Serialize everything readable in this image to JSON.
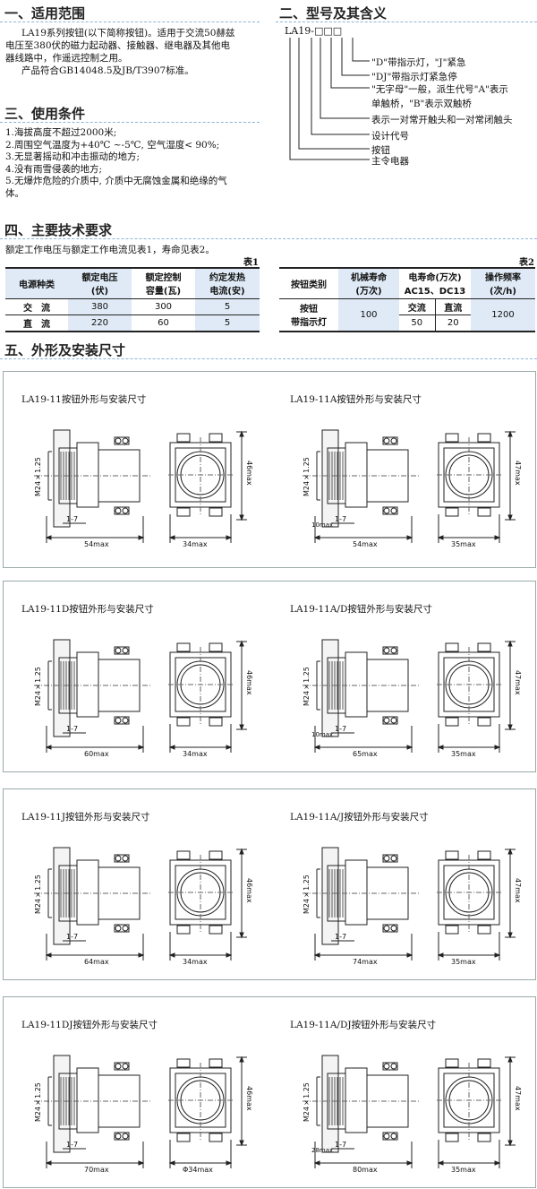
{
  "section1": {
    "title": "一、适用范围",
    "lines": [
      "LA19系列按钮(以下简称按钮)。适用于交流50赫兹",
      "电压至380伏的磁力起动器、接触器、继电器及其他电",
      "器线路中，作遥远控制之用。",
      "产品符合GB14048.5及JB/T3907标准。"
    ]
  },
  "section2": {
    "title": "二、型号及其含义",
    "model": "LA19-□□□",
    "meanings": [
      "\"D\"带指示灯，\"J\"紧急",
      "\"DJ\"带指示灯紧急停",
      "\"无字母\"一般，派生代号\"A\"表示",
      "单触桥，\"B\"表示双触桥",
      "表示一对常开触头和一对常闭触头",
      "设计代号",
      "按钮",
      "主令电器"
    ]
  },
  "section3": {
    "title": "三、使用条件",
    "items": [
      "1.海拔高度不超过2000米;",
      "2.周围空气温度为+40℃ ~-5℃, 空气湿度< 90%;",
      "3.无显著摇动和冲击振动的地方;",
      "4.没有雨雪侵袭的地方;",
      "5.无爆炸危险的介质中, 介质中无腐蚀金属和绝缘的气",
      "  体。"
    ]
  },
  "section4": {
    "title": "四、主要技术要求",
    "intro": "额定工作电压与额定工作电流见表1，寿命见表2。",
    "table1": {
      "label": "表1",
      "headers": [
        "电源种类",
        "额定电压\n(伏)",
        "额定控制\n容量(瓦)",
        "约定发热\n电流(安)"
      ],
      "rows": [
        [
          "交　流",
          "380",
          "300",
          "5"
        ],
        [
          "直　流",
          "220",
          "60",
          "5"
        ]
      ]
    },
    "table2": {
      "label": "表2",
      "headers": [
        "按钮类别",
        "机械寿命\n(万次)",
        "电寿命(万次)\nAC15、DC13",
        "操作频率\n(次/h)"
      ],
      "row_label": "按钮\n带指示灯",
      "mech": "100",
      "sub_headers": [
        "交流",
        "直流"
      ],
      "sub_values": [
        "50",
        "20"
      ],
      "freq": "1200"
    }
  },
  "section5": {
    "title": "五、外形及安装尺寸",
    "drawings": [
      {
        "title": "LA19-11按钮外形与安装尺寸",
        "thread": "M24×1.25",
        "pitch": "1-7",
        "length": "54max",
        "width": "34max",
        "height": "46max",
        "extra": ""
      },
      {
        "title": "LA19-11A按钮外形与安装尺寸",
        "thread": "M24×1.25",
        "pitch": "1-7",
        "length": "54max",
        "width": "35max",
        "height": "47max",
        "extra": "10max"
      },
      {
        "title": "LA19-11D按钮外形与安装尺寸",
        "thread": "M24×1.25",
        "pitch": "1-7",
        "length": "60max",
        "width": "34max",
        "height": "46max",
        "extra": ""
      },
      {
        "title": "LA19-11A/D按钮外形与安装尺寸",
        "thread": "M24×1.25",
        "pitch": "1-7",
        "length": "65max",
        "width": "35max",
        "height": "47max",
        "extra": "10max"
      },
      {
        "title": "LA19-11J按钮外形与安装尺寸",
        "thread": "M24×1.25",
        "pitch": "1-7",
        "length": "64max",
        "width": "34max",
        "height": "46max",
        "extra": ""
      },
      {
        "title": "LA19-11A/J按钮外形与安装尺寸",
        "thread": "M24×1.25",
        "pitch": "1-7",
        "length": "74max",
        "width": "35max",
        "height": "47max",
        "extra": ""
      },
      {
        "title": "LA19-11DJ按钮外形与安装尺寸",
        "thread": "M24×1.25",
        "pitch": "1-7",
        "length": "70max",
        "width": "Φ34max",
        "height": "46max",
        "extra": ""
      },
      {
        "title": "LA19-11A/DJ按钮外形与安装尺寸",
        "thread": "M24×1.25",
        "pitch": "1-7",
        "length": "80max",
        "width": "35max",
        "height": "47max",
        "extra": "28max"
      }
    ]
  },
  "colors": {
    "rule": "#8ab6d8",
    "header_bg": "#dfeaf6",
    "frame": "#99aaaa"
  }
}
